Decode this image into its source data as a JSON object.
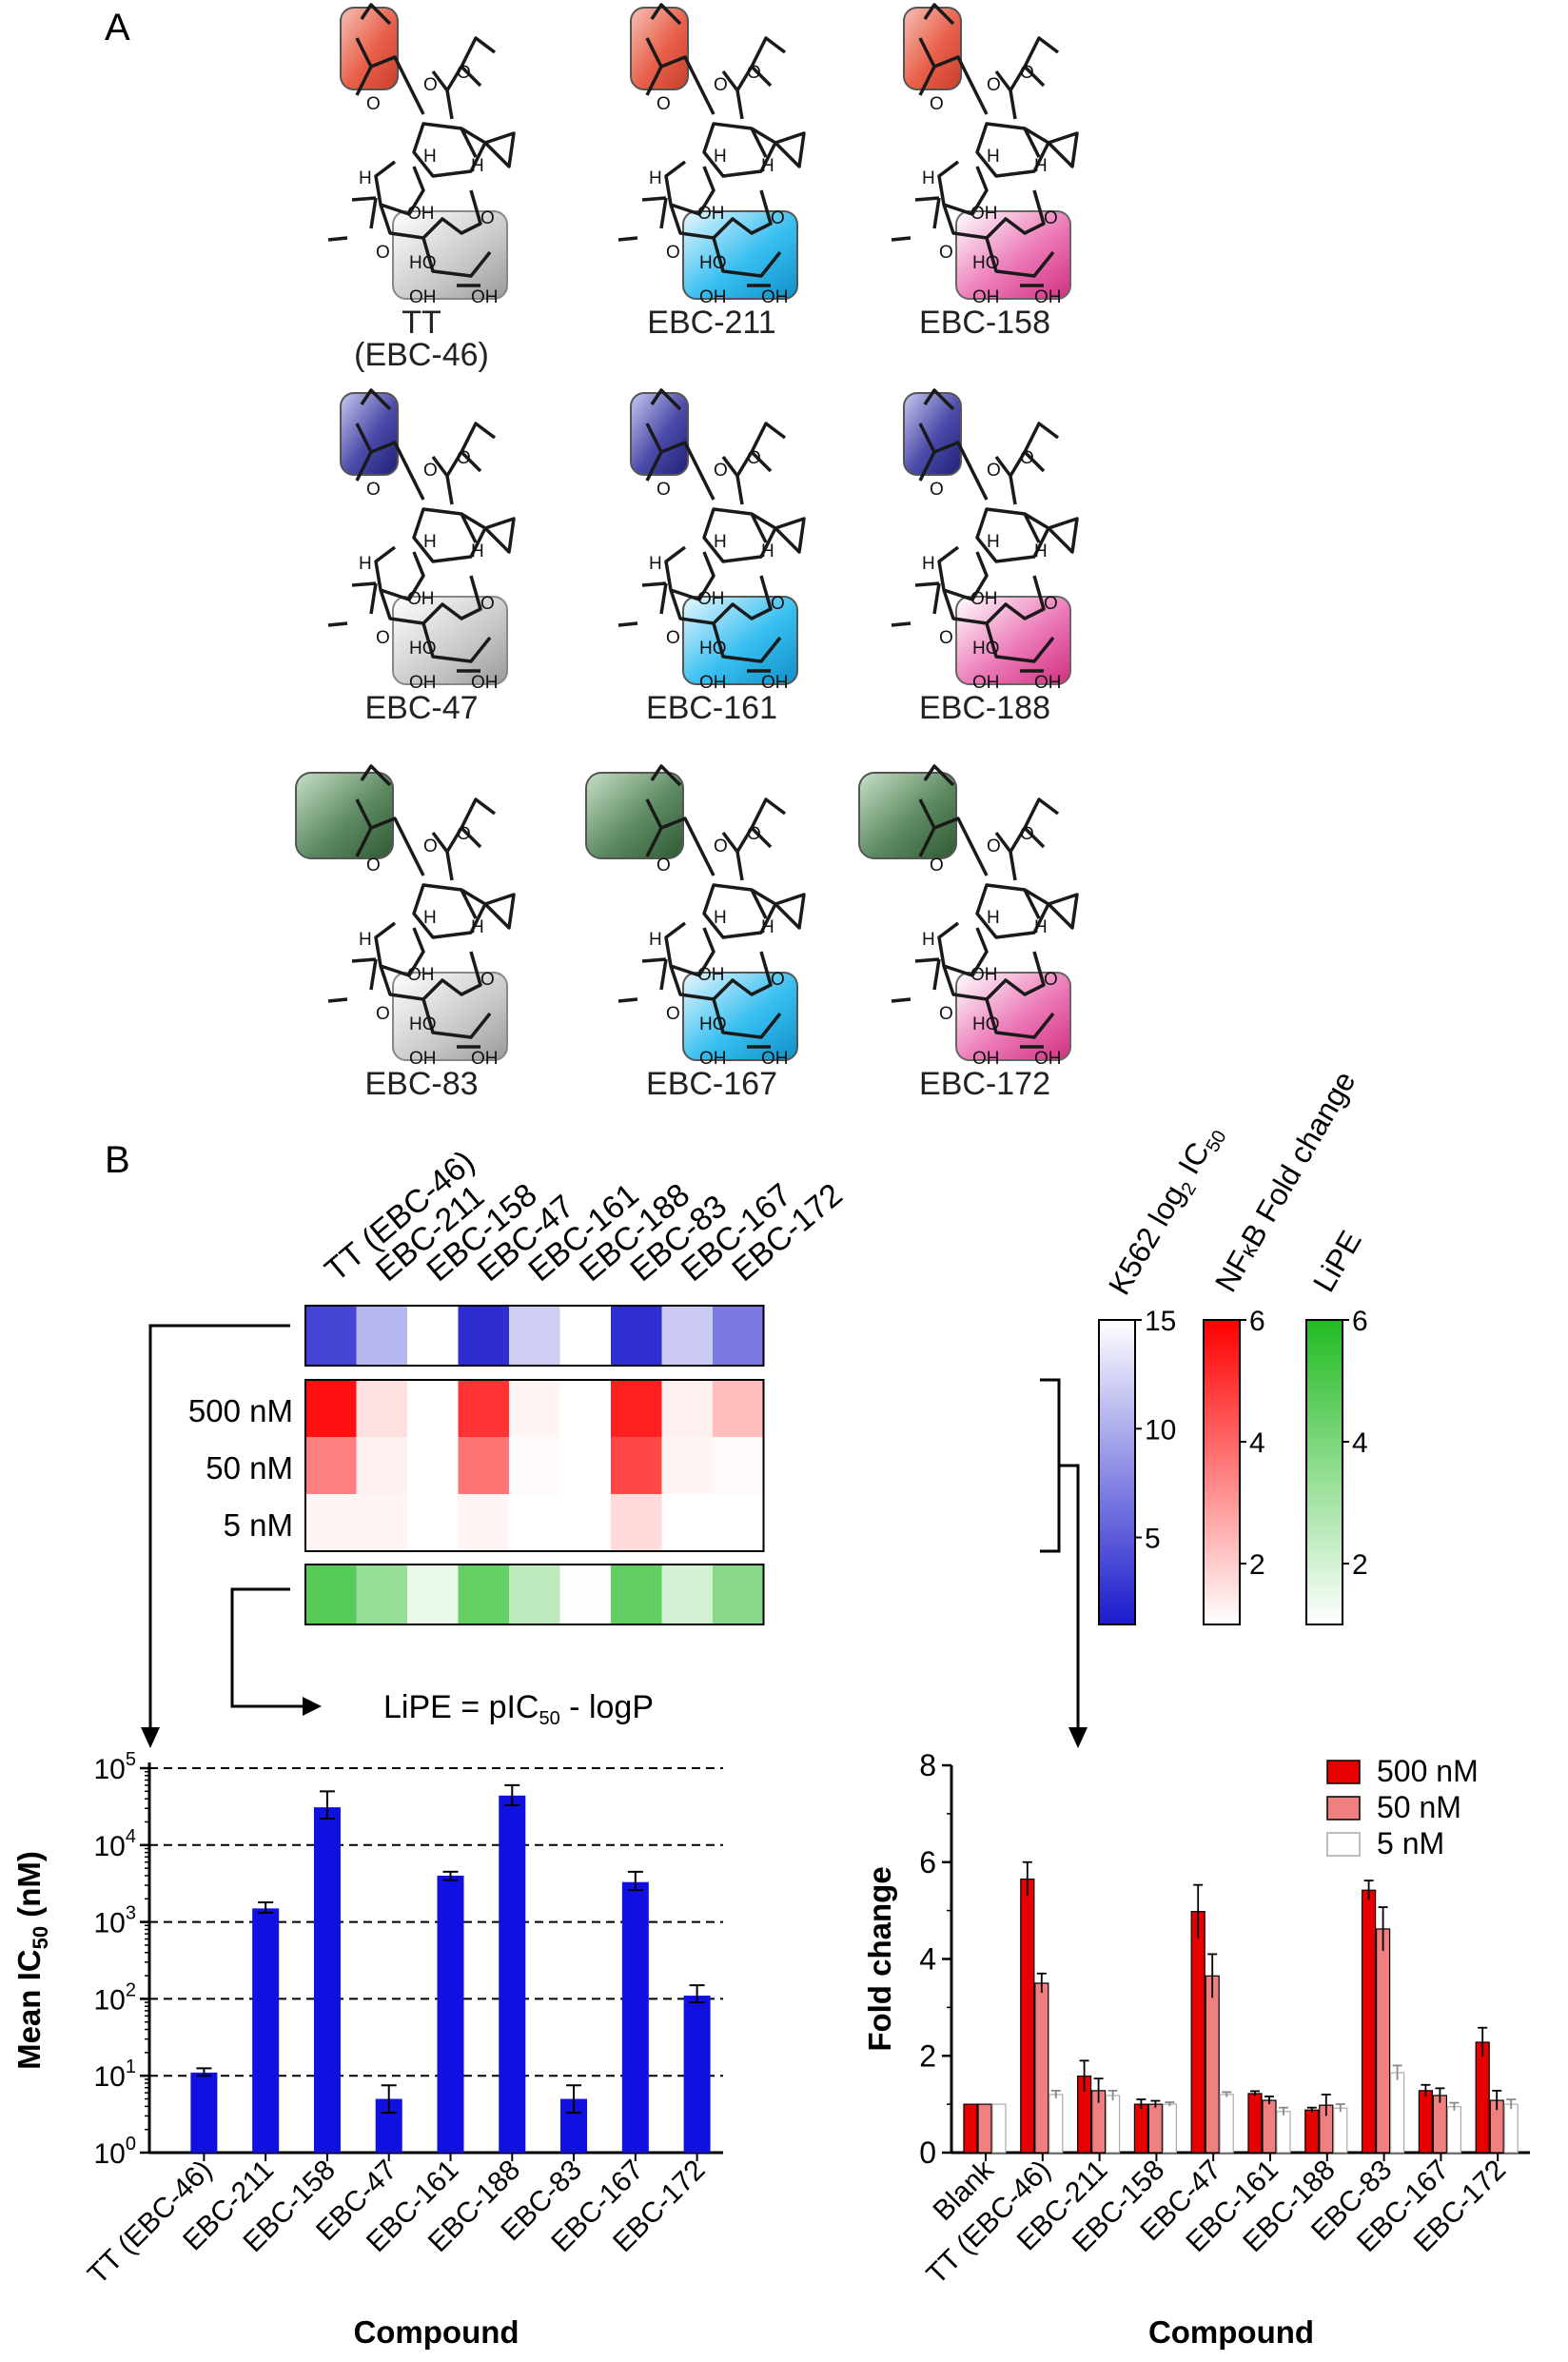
{
  "panel_a": {
    "label": "A",
    "compounds": [
      {
        "name": "TT",
        "name2": "(EBC-46)",
        "acyl": "angelate",
        "core": "epoxide"
      },
      {
        "name": "EBC-211",
        "name2": "",
        "acyl": "angelate",
        "core": "inverted-epoxide"
      },
      {
        "name": "EBC-158",
        "name2": "",
        "acyl": "angelate",
        "core": "triol"
      },
      {
        "name": "EBC-47",
        "name2": "",
        "acyl": "2-methylbutanoate",
        "core": "epoxide"
      },
      {
        "name": "EBC-161",
        "name2": "",
        "acyl": "2-methylbutanoate",
        "core": "inverted-epoxide"
      },
      {
        "name": "EBC-188",
        "name2": "",
        "acyl": "2-methylbutanoate",
        "core": "triol"
      },
      {
        "name": "EBC-83",
        "name2": "",
        "acyl": "hexanoate",
        "core": "epoxide"
      },
      {
        "name": "EBC-167",
        "name2": "",
        "acyl": "hexanoate",
        "core": "inverted-epoxide"
      },
      {
        "name": "EBC-172",
        "name2": "",
        "acyl": "hexanoate",
        "core": "triol"
      }
    ],
    "atom_labels": {
      "oh": "OH",
      "ho": "HO",
      "h": "H",
      "o": "O"
    },
    "colors": {
      "angelate": "#e8604a",
      "methylbutanoate": "#3c3c9c",
      "hexanoate": "#4a7a50",
      "epoxide": "#bdbdbd",
      "inverted": "#29aee6",
      "triol": "#e04a9a"
    }
  },
  "panel_b": {
    "label": "B",
    "heatmap": {
      "compounds": [
        "TT (EBC-46)",
        "EBC-211",
        "EBC-158",
        "EBC-47",
        "EBC-161",
        "EBC-188",
        "EBC-83",
        "EBC-167",
        "EBC-172"
      ],
      "k562_log2_ic50": [
        3.6,
        10.6,
        15.0,
        2.2,
        12.0,
        15.4,
        2.3,
        11.7,
        6.8
      ],
      "nfkb_rows": [
        "500 nM",
        "50 nM",
        "5 nM"
      ],
      "nfkb_fold_change": [
        [
          5.7,
          1.6,
          1.0,
          5.0,
          1.2,
          0.9,
          5.4,
          1.3,
          2.3
        ],
        [
          3.5,
          1.3,
          1.0,
          3.7,
          1.1,
          1.0,
          4.6,
          1.2,
          1.1
        ],
        [
          1.2,
          1.2,
          1.0,
          1.2,
          0.8,
          0.9,
          1.7,
          0.9,
          1.0
        ]
      ],
      "lipe": [
        4.8,
        3.4,
        1.5,
        4.5,
        2.5,
        1.1,
        4.6,
        2.0,
        3.7
      ],
      "colorbars": [
        {
          "title_main": "K562 log",
          "title_sub": "2",
          "title_tail": " IC",
          "title_sub2": "50",
          "ticks": [
            "15",
            "10",
            "5"
          ],
          "range": [
            1,
            15
          ]
        },
        {
          "title_main": "NF",
          "title_kappa": "κ",
          "title_tail": "B Fold change",
          "ticks": [
            "6",
            "4",
            "2"
          ],
          "range": [
            1,
            6
          ]
        },
        {
          "title_main": "LiPE",
          "ticks": [
            "6",
            "4",
            "2"
          ],
          "range": [
            1,
            6
          ]
        }
      ],
      "lipe_formula_main": "LiPE = pIC",
      "lipe_formula_sub": "50",
      "lipe_formula_tail": " - logP"
    }
  },
  "chart_data": [
    {
      "type": "bar",
      "title": "",
      "xlabel": "Compound",
      "ylabel": "Mean IC50 (nM)",
      "ylabel_main": "Mean IC",
      "ylabel_sub": "50",
      "ylabel_tail": " (nM)",
      "y_scale": "log",
      "ylim": [
        1,
        100000
      ],
      "y_ticks": [
        {
          "base": "10",
          "exp": "0"
        },
        {
          "base": "10",
          "exp": "1"
        },
        {
          "base": "10",
          "exp": "2"
        },
        {
          "base": "10",
          "exp": "3"
        },
        {
          "base": "10",
          "exp": "4"
        },
        {
          "base": "10",
          "exp": "5"
        }
      ],
      "grid": "dashed horizontal at decades",
      "categories": [
        "TT (EBC-46)",
        "EBC-211",
        "EBC-158",
        "EBC-47",
        "EBC-161",
        "EBC-188",
        "EBC-83",
        "EBC-167",
        "EBC-172"
      ],
      "values": [
        11,
        1500,
        31000,
        5,
        4000,
        44000,
        5,
        3300,
        110
      ],
      "error_low": [
        10,
        1320,
        22000,
        3.3,
        3500,
        33000,
        3.3,
        2600,
        90
      ],
      "error_high": [
        12.5,
        1800,
        50000,
        7.5,
        4500,
        60000,
        7.5,
        4500,
        150
      ],
      "color": "#1010e0"
    },
    {
      "type": "bar",
      "title": "",
      "xlabel": "Compound",
      "ylabel": "Fold change",
      "ylim": [
        0,
        8
      ],
      "y_ticks": [
        "0",
        "2",
        "4",
        "6",
        "8"
      ],
      "legend_position": "top-right",
      "categories": [
        "Blank",
        "TT (EBC-46)",
        "EBC-211",
        "EBC-158",
        "EBC-47",
        "EBC-161",
        "EBC-188",
        "EBC-83",
        "EBC-167",
        "EBC-172"
      ],
      "series": [
        {
          "name": "500 nM",
          "color": "#e60000",
          "values": [
            1.0,
            5.65,
            1.58,
            1.0,
            4.98,
            1.22,
            0.88,
            5.42,
            1.28,
            2.28
          ],
          "errors": [
            0.0,
            0.35,
            0.32,
            0.1,
            0.55,
            0.05,
            0.05,
            0.2,
            0.12,
            0.3
          ]
        },
        {
          "name": "50 nM",
          "color": "#f08080",
          "values": [
            1.0,
            3.5,
            1.28,
            1.0,
            3.65,
            1.08,
            0.98,
            4.62,
            1.18,
            1.08
          ],
          "errors": [
            0.0,
            0.2,
            0.25,
            0.07,
            0.45,
            0.08,
            0.22,
            0.45,
            0.15,
            0.2
          ]
        },
        {
          "name": "5 nM",
          "color": "#ffffff",
          "values": [
            1.0,
            1.2,
            1.18,
            1.0,
            1.2,
            0.85,
            0.92,
            1.65,
            0.95,
            1.0
          ],
          "errors": [
            0.0,
            0.08,
            0.1,
            0.04,
            0.05,
            0.08,
            0.08,
            0.15,
            0.08,
            0.1
          ]
        }
      ]
    }
  ]
}
